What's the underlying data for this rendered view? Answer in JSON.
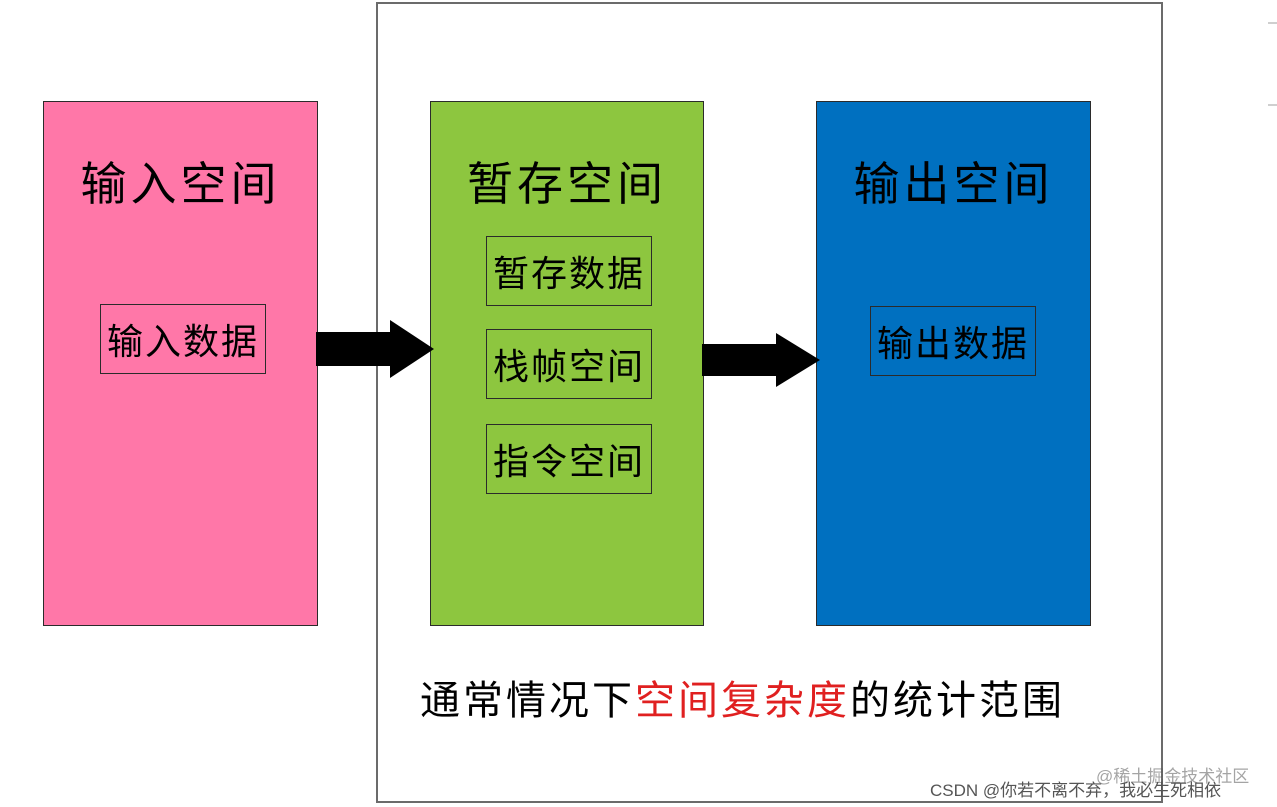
{
  "colors": {
    "input_block": "#ff77a8",
    "temp_block": "#8dc63f",
    "output_block": "#0070c0",
    "highlight": "#e02020"
  },
  "blocks": {
    "input": {
      "title": "输入空间",
      "items": [
        "输入数据"
      ]
    },
    "temp": {
      "title": "暂存空间",
      "items": [
        "暂存数据",
        "栈帧空间",
        "指令空间"
      ]
    },
    "output": {
      "title": "输出空间",
      "items": [
        "输出数据"
      ]
    }
  },
  "caption": {
    "prefix": "通常情况下",
    "highlight": "空间复杂度",
    "suffix": "的统计范围"
  },
  "watermark": {
    "text": "CSDN @你若不离不弃，我必生死相依",
    "overlay": "@稀土掘金技术社区"
  }
}
